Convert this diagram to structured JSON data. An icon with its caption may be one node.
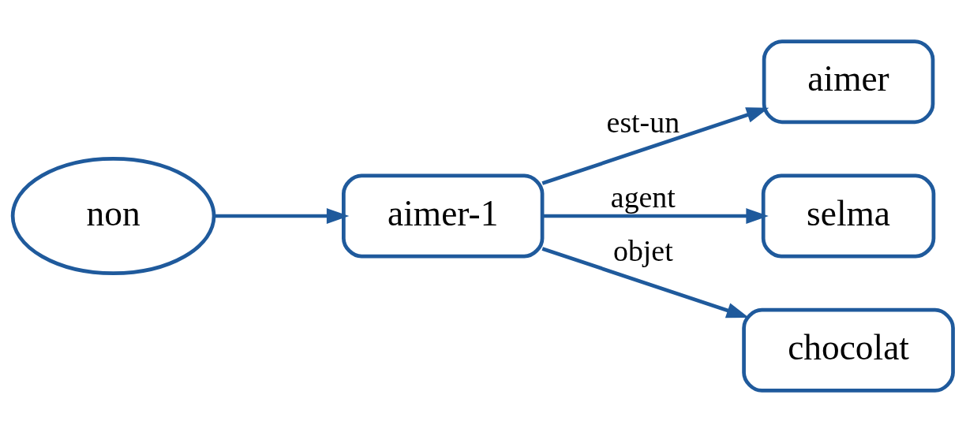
{
  "diagram": {
    "nodes": [
      {
        "text": [
          "aimer"
        ]
      },
      {
        "text": [
          "selma"
        ]
      },
      {
        "text": [
          "aimer-1"
        ]
      },
      {
        "text": [
          "non"
        ]
      },
      {
        "text": [
          "chocolat"
        ]
      }
    ],
    "edges": [
      {
        "from": 2,
        "to": 0,
        "arrow": "to",
        "label": "est-un"
      },
      {
        "from": 2,
        "to": 1,
        "arrow": "to",
        "label": "agent"
      },
      {
        "from": 3,
        "to": 2,
        "arrow": "to"
      },
      {
        "from": 2,
        "to": 4,
        "arrow": "to",
        "label": "objet"
      }
    ]
  }
}
